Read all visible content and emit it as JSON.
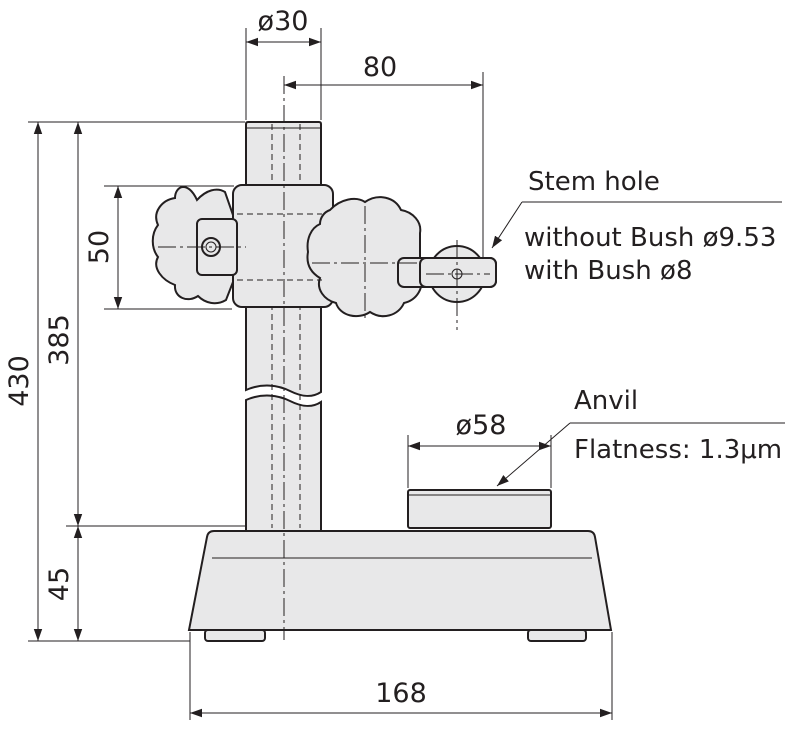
{
  "dimensions": {
    "stem_diameter": "ø30",
    "arm_reach": "80",
    "clamp_height": "50",
    "total_height": "430",
    "column_height": "385",
    "base_height": "45",
    "base_width": "168",
    "anvil_diameter": "ø58"
  },
  "callouts": {
    "stem_hole_title": "Stem hole",
    "stem_hole_without_bush": "without Bush ø9.53",
    "stem_hole_with_bush": "with Bush ø8",
    "anvil_title": "Anvil",
    "anvil_flatness": "Flatness: 1.3μm"
  },
  "colors": {
    "line": "#231f20",
    "part_fill": "#e8e8e9",
    "background": "#ffffff"
  }
}
